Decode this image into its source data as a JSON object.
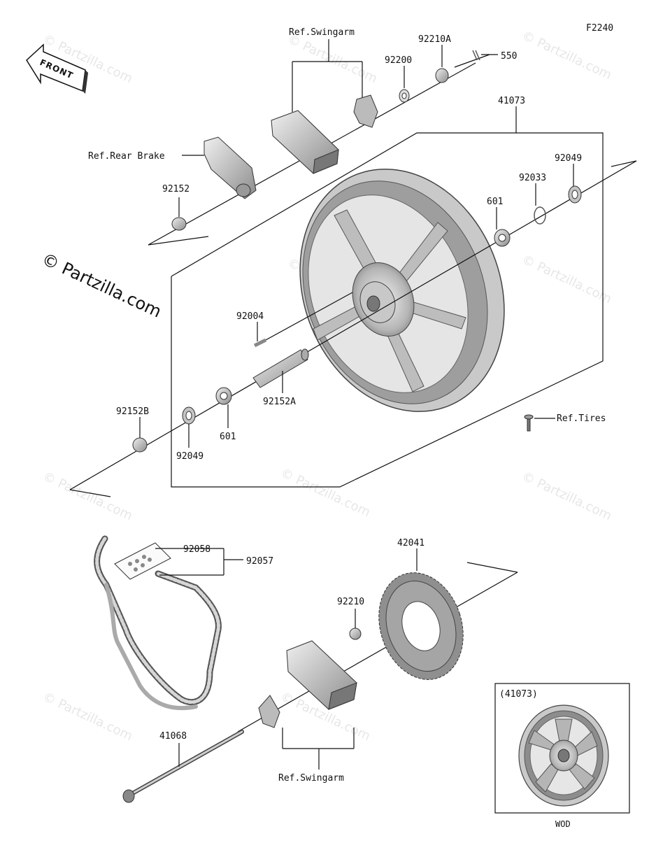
{
  "figure_code": "F2240",
  "front_label": "FRONT",
  "copyright": "© Partzilla.com",
  "watermark": "© Partzilla.com",
  "labels": {
    "ref_swingarm_top": "Ref.Swingarm",
    "p92210a": "92210A",
    "p550": "550",
    "p92200": "92200",
    "p41073": "41073",
    "ref_rear_brake": "Ref.Rear Brake",
    "p92049_right": "92049",
    "p92033": "92033",
    "p92152": "92152",
    "p601_right": "601",
    "p92004": "92004",
    "p92152b": "92152B",
    "p92152a": "92152A",
    "p92049_left": "92049",
    "p601_left": "601",
    "ref_tires": "Ref.Tires",
    "p92058": "92058",
    "p92057": "92057",
    "p42041": "42041",
    "p92210": "92210",
    "p41068": "41068",
    "ref_swingarm_bottom": "Ref.Swingarm"
  },
  "inset": {
    "title": "(41073)",
    "caption": "WOD"
  },
  "colors": {
    "line": "#111111",
    "part_light": "#d9d9d9",
    "part_mid": "#a8a8a8",
    "part_dark": "#6f6f6f",
    "watermark": "#e7e7e7"
  }
}
